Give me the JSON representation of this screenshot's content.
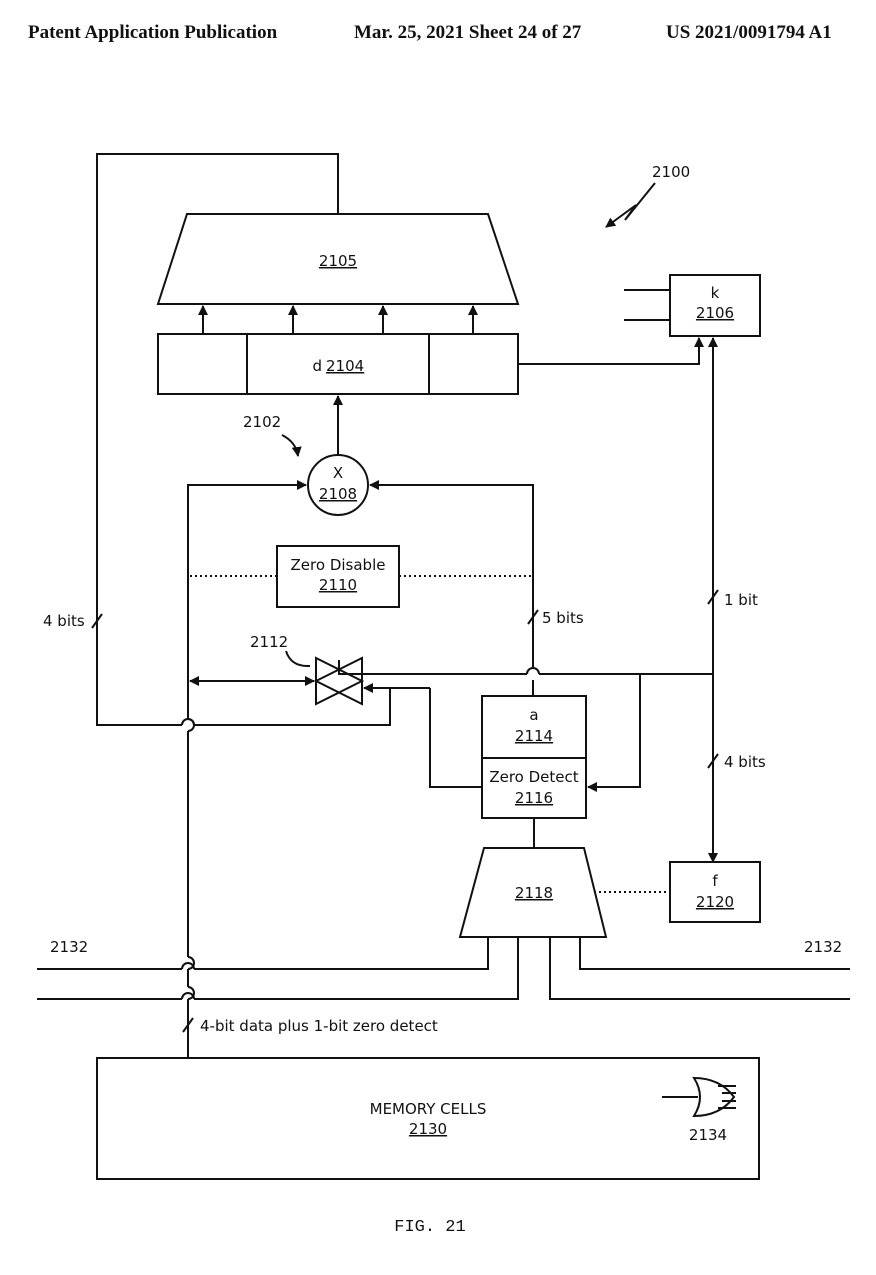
{
  "header": {
    "left": "Patent Application Publication",
    "middle": "Mar. 25, 2021  Sheet 24 of 27",
    "right": "US 2021/0091794 A1"
  },
  "diagram": {
    "ref_2100": "2100",
    "mux_2105": "2105",
    "register_d": "d",
    "register_2104": "2104",
    "k_label": "k",
    "k_2106": "2106",
    "ref_2102": "2102",
    "mult_x": "X",
    "mult_2108": "2108",
    "zero_disable": "Zero Disable",
    "zero_disable_2110": "2110",
    "bits_4_left": "4 bits",
    "bits_5": "5 bits",
    "bits_1": "1 bit",
    "bits_4_right": "4 bits",
    "ref_2112": "2112",
    "a_label": "a",
    "a_2114": "2114",
    "zero_detect": "Zero Detect",
    "zero_detect_2116": "2116",
    "mux_2118": "2118",
    "f_label": "f",
    "f_2120": "2120",
    "bus_2132_left": "2132",
    "bus_2132_right": "2132",
    "data_label": "4-bit data plus 1-bit zero detect",
    "memory_cells": "MEMORY CELLS",
    "memory_2130": "2130",
    "gate_2134": "2134",
    "fig_label": "FIG. 21"
  },
  "colors": {
    "line": "#111111",
    "background": "#ffffff"
  }
}
